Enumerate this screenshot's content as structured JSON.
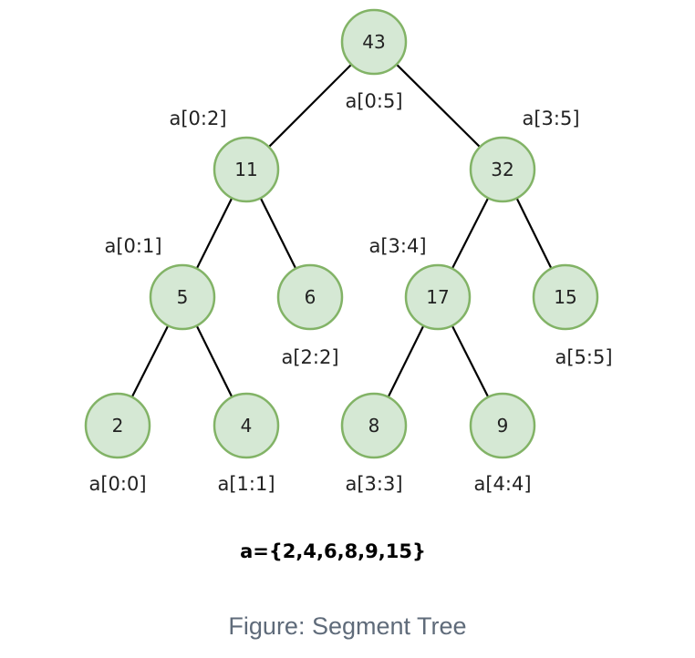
{
  "diagram": {
    "nodes": [
      {
        "id": "n0-5",
        "value": "43",
        "label": "a[0:5]"
      },
      {
        "id": "n0-2",
        "value": "11",
        "label": "a[0:2]"
      },
      {
        "id": "n3-5",
        "value": "32",
        "label": "a[3:5]"
      },
      {
        "id": "n0-1",
        "value": "5",
        "label": "a[0:1]"
      },
      {
        "id": "n2-2",
        "value": "6",
        "label": "a[2:2]"
      },
      {
        "id": "n3-4",
        "value": "17",
        "label": "a[3:4]"
      },
      {
        "id": "n5-5",
        "value": "15",
        "label": "a[5:5]"
      },
      {
        "id": "n0-0",
        "value": "2",
        "label": "a[0:0]"
      },
      {
        "id": "n1-1",
        "value": "4",
        "label": "a[1:1]"
      },
      {
        "id": "n3-3",
        "value": "8",
        "label": "a[3:3]"
      },
      {
        "id": "n4-4",
        "value": "9",
        "label": "a[4:4]"
      }
    ],
    "edges": [
      {
        "from": "n0-5",
        "to": "n0-2"
      },
      {
        "from": "n0-5",
        "to": "n3-5"
      },
      {
        "from": "n0-2",
        "to": "n0-1"
      },
      {
        "from": "n0-2",
        "to": "n2-2"
      },
      {
        "from": "n3-5",
        "to": "n3-4"
      },
      {
        "from": "n3-5",
        "to": "n5-5"
      },
      {
        "from": "n0-1",
        "to": "n0-0"
      },
      {
        "from": "n0-1",
        "to": "n1-1"
      },
      {
        "from": "n3-4",
        "to": "n3-3"
      },
      {
        "from": "n3-4",
        "to": "n4-4"
      }
    ],
    "array_label": "a={2,4,6,8,9,15}",
    "colors": {
      "node_fill": "#d5e8d4",
      "node_stroke": "#82b366",
      "edge": "#000000"
    }
  },
  "caption": "Figure: Segment Tree"
}
